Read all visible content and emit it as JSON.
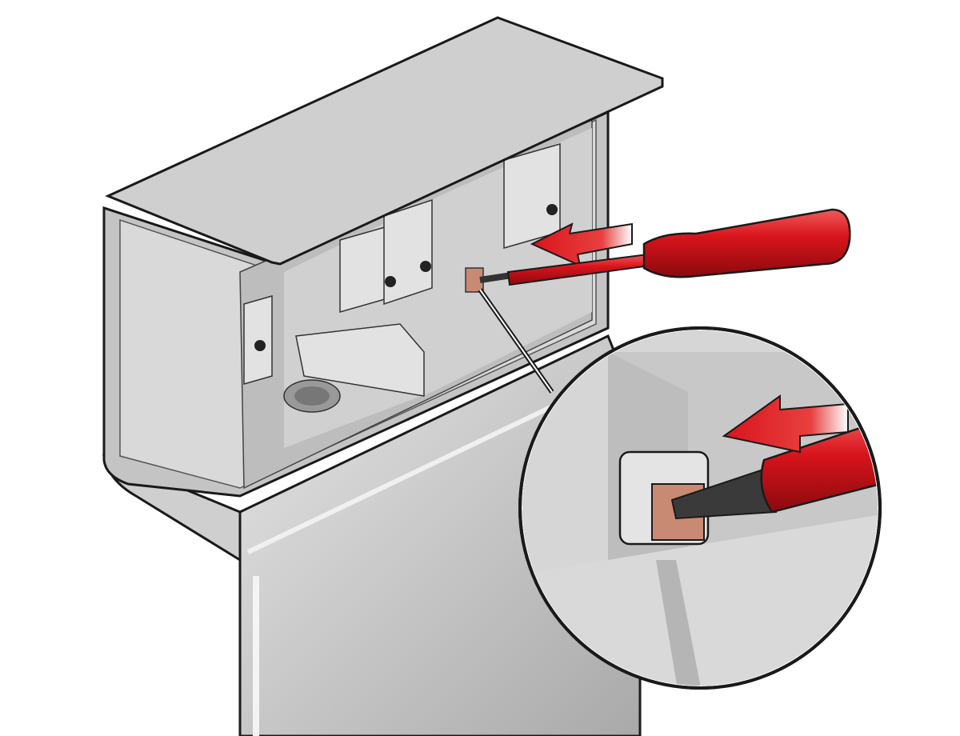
{
  "illustration": {
    "subject": "screwdriver-pressing-release-tab-in-wall-box",
    "icons": [
      "junction-box",
      "screwdriver",
      "direction-arrow",
      "magnifier-detail"
    ]
  },
  "colors": {
    "background": "#ffffff",
    "metal_light": "#d9d9d9",
    "metal_mid": "#bdbdbd",
    "metal_dark": "#8f8f8f",
    "outline": "#1a1a1a",
    "screwdriver_red": "#d8141c",
    "screwdriver_dark": "#8a0a0e",
    "tab_copper": "#c98a74",
    "blade_dark": "#3a3a3a"
  }
}
